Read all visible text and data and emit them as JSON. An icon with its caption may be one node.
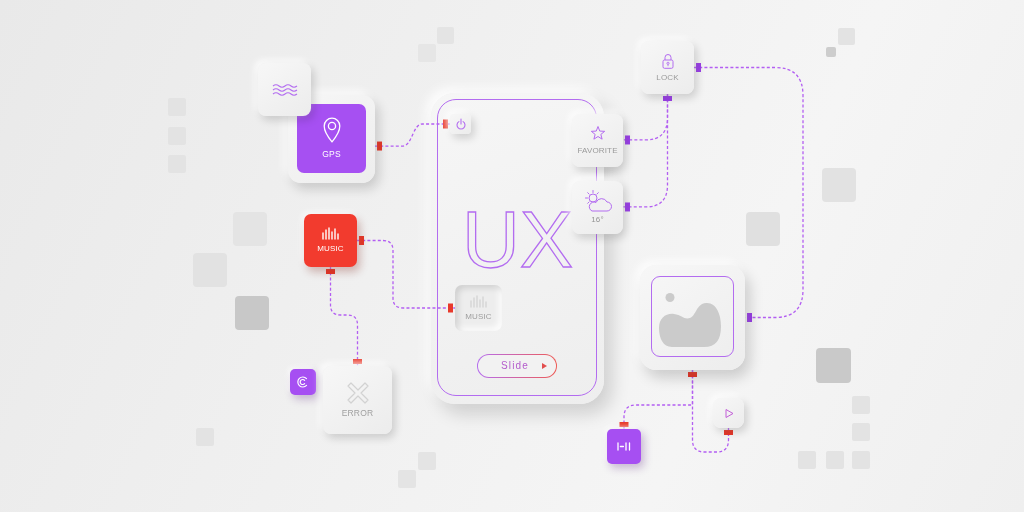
{
  "diagram": {
    "nodes": [
      {
        "text": [],
        "shape": "box"
      },
      {
        "text": [
          "GPS"
        ]
      },
      {
        "text": [
          "UX"
        ]
      },
      {
        "text": [],
        "shape": "box",
        "in": 2
      },
      {
        "text": [
          "MUSIC"
        ],
        "in": 2
      },
      {
        "text": [
          "Slide"
        ],
        "in": 2
      },
      {
        "text": [
          "LOCK"
        ]
      },
      {
        "text": [
          "FAVORITE"
        ]
      },
      {
        "text": [
          "16°"
        ]
      },
      {
        "text": [
          "MUSIC"
        ]
      },
      {
        "text": [],
        "shape": "box"
      },
      {
        "text": [],
        "shape": "box"
      },
      {
        "text": [
          "ERROR"
        ]
      },
      {
        "text": [],
        "shape": "box"
      },
      {
        "text": [],
        "shape": "box"
      }
    ],
    "edges": [
      {
        "from": 1,
        "to": 3,
        "arrow": "other",
        "style": "dashed"
      },
      {
        "from": 9,
        "to": 4,
        "arrow": "other",
        "style": "dashed"
      },
      {
        "from": 9,
        "to": 12,
        "arrow": "other",
        "style": "dashed"
      },
      {
        "from": 6,
        "to": 7,
        "arrow": "other",
        "style": "dashed"
      },
      {
        "from": 6,
        "to": 8,
        "arrow": "other",
        "style": "dashed"
      },
      {
        "from": 6,
        "to": 10,
        "arrow": "other",
        "style": "dashed"
      },
      {
        "from": 10,
        "to": 14,
        "arrow": "other",
        "style": "dashed"
      },
      {
        "from": 10,
        "to": 13,
        "arrow": "other",
        "style": "dashed"
      }
    ]
  }
}
